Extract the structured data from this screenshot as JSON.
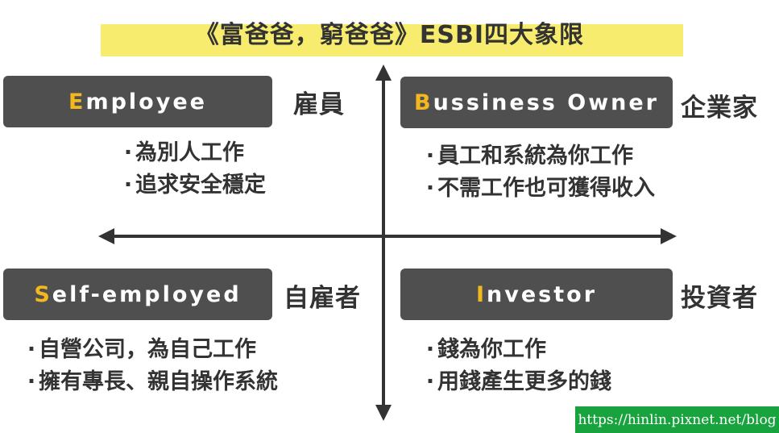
{
  "title": "《富爸爸，窮爸爸》ESBI四大象限",
  "quadrants": [
    {
      "lead": "E",
      "rest": "mployee",
      "cn": "雇員",
      "bullets": [
        "為別人工作",
        "追求安全穩定"
      ]
    },
    {
      "lead": "B",
      "rest": "ussiness Owner",
      "cn": "企業家",
      "bullets": [
        "員工和系統為你工作",
        "不需工作也可獲得收入"
      ]
    },
    {
      "lead": "S",
      "rest": "elf-employed",
      "cn": "自雇者",
      "bullets": [
        "自營公司，為自己工作",
        "擁有專長、親自操作系統"
      ]
    },
    {
      "lead": "I",
      "rest": "nvestor",
      "cn": "投資者",
      "bullets": [
        "錢為你工作",
        "用錢產生更多的錢"
      ]
    }
  ],
  "bullet_mark": "·",
  "watermark": "https://hinlin.pixnet.net/blog",
  "colors": {
    "box": "#4f4f4f",
    "accent": "#f2b81e",
    "highlight": "#f7ec6e",
    "watermark_bg": "#18a33f"
  }
}
